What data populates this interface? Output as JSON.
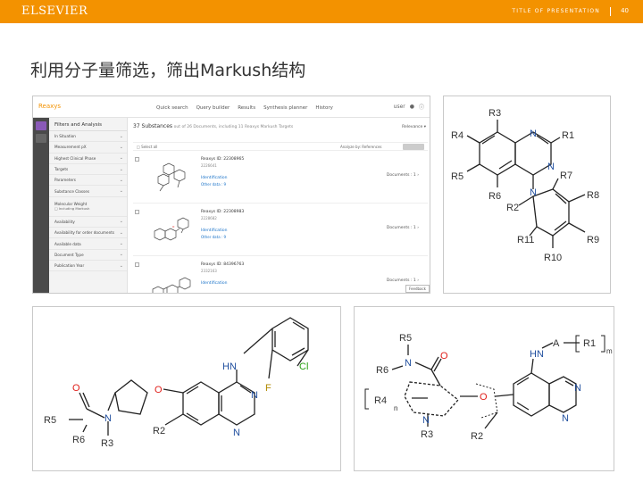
{
  "header": {
    "brand": "ELSEVIER",
    "presentation_title": "TITLE OF PRESENTATION",
    "page_number": "40",
    "bar_color": "#f39200"
  },
  "slide": {
    "title": "利用分子量筛选，筛出Markush结构"
  },
  "reaxys": {
    "logo": "Reaxys",
    "nav": [
      "Quick search",
      "Query builder",
      "Results",
      "Synthesis planner",
      "History"
    ],
    "user": "user",
    "side_title": "Filters and Analysis",
    "facets": [
      "In Situation",
      "Measurement pX",
      "Highest Clinical Phase",
      "Targets",
      "Parameters",
      "Substance Classes",
      "Molecular Weight",
      "Availability",
      "Availability for order documents",
      "Available data",
      "Document Type",
      "Publication Year"
    ],
    "mw_checkbox_label": "Including Markush",
    "results_count": "37 Substances",
    "results_detail": "out of 26 Documents, including 11 Reaxys Markush Targets",
    "sort_label": "Relevance",
    "toolbar_left": "Select all",
    "toolbar_mid": "Analyze by: References",
    "substances": [
      {
        "name": "Reaxys ID: 22308965",
        "reg": "2226641",
        "ident": "Identification",
        "other": "Other data : 9",
        "docs": "Documents : 1"
      },
      {
        "name": "Reaxys ID: 22308983",
        "reg": "2228682",
        "ident": "Identification",
        "other": "Other data : 9",
        "docs": "Documents : 1"
      },
      {
        "name": "Reaxys ID: 84396763",
        "reg": "2332163",
        "ident": "Identification",
        "other": "",
        "docs": "Documents : 1"
      }
    ],
    "feedback": "Feedback"
  },
  "markush_top": {
    "labels": [
      "R3",
      "R4",
      "R5",
      "R6",
      "N",
      "N",
      "R1",
      "R7",
      "N",
      "R2",
      "R8",
      "R11",
      "R9",
      "R10"
    ]
  },
  "compound_left": {
    "labels": [
      "HN",
      "Cl",
      "F",
      "O",
      "O",
      "N",
      "R5",
      "R6",
      "R3",
      "R2",
      "N",
      "N"
    ]
  },
  "compound_right": {
    "labels": [
      "R5",
      "R6",
      "N",
      "O",
      "R4",
      "n",
      "R3",
      "N",
      "O",
      "R2",
      "HN",
      "A",
      "R1",
      "m",
      "N",
      "N"
    ]
  }
}
